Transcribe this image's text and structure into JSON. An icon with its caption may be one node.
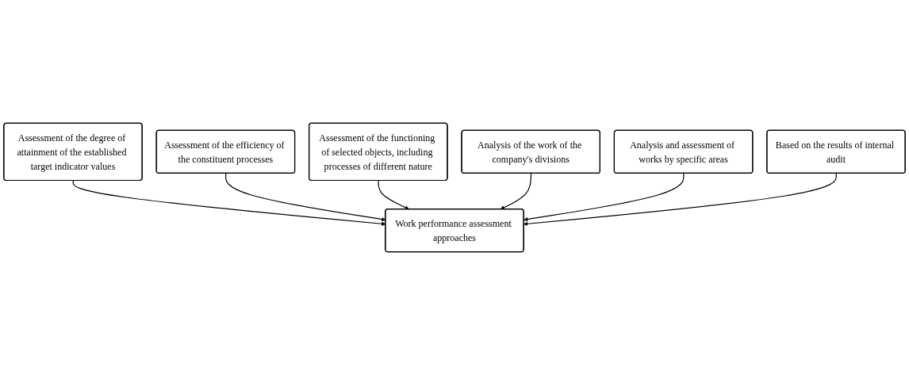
{
  "diagram": {
    "nodes": [
      {
        "text": [
          "Assessment of the degree of attainment of the established target indicator values"
        ]
      },
      {
        "text": [
          "Assessment of the efficiency of the constituent processes"
        ]
      },
      {
        "text": [
          "Assessment of the functioning of selected objects, including processes of different nature"
        ]
      },
      {
        "text": [
          "Work performance assessment approaches"
        ]
      },
      {
        "text": [
          "Analysis of the work of the company's divisions"
        ]
      },
      {
        "text": [
          "Analysis and assessment of works by specific areas"
        ]
      },
      {
        "text": [
          "Based on the results of internal audit"
        ]
      }
    ],
    "edges": [
      {
        "from": 0,
        "to": 3,
        "arrow": "to"
      },
      {
        "from": 1,
        "to": 3,
        "arrow": "to"
      },
      {
        "from": 2,
        "to": 3,
        "arrow": "to"
      },
      {
        "from": 4,
        "to": 3,
        "arrow": "to"
      },
      {
        "from": 5,
        "to": 3,
        "arrow": "to"
      },
      {
        "from": 6,
        "to": 3,
        "arrow": "to"
      }
    ]
  }
}
